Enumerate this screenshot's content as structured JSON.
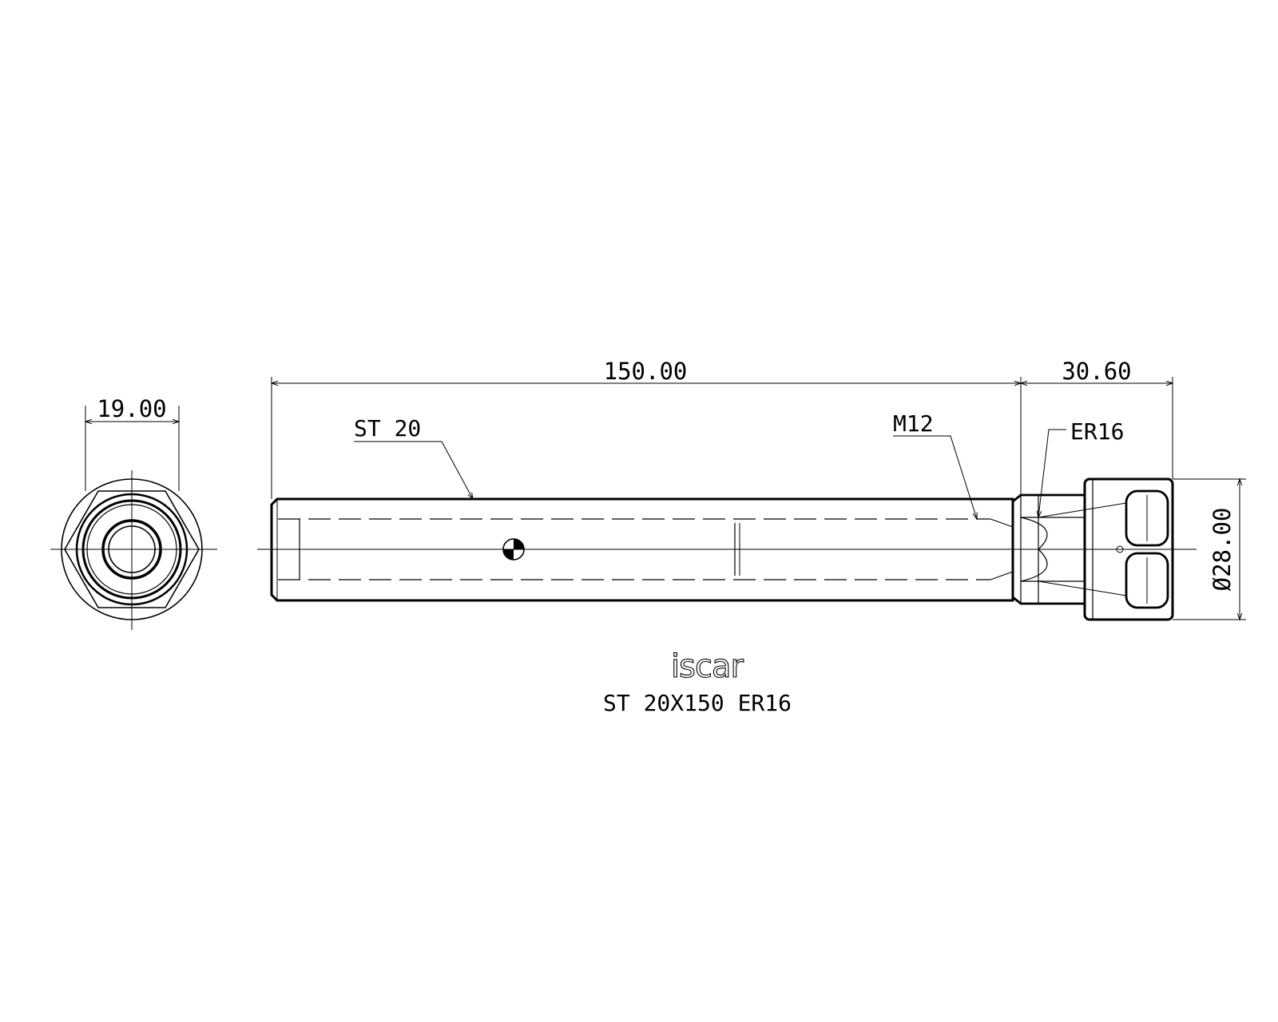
{
  "drawing": {
    "dimensions": {
      "hex_width": "19.00",
      "shank_length": "150.00",
      "nut_length": "30.60",
      "nut_diameter": "Ø28.00"
    },
    "labels": {
      "shank": "ST 20",
      "thread": "M12",
      "collet": "ER16"
    },
    "logo": "iscar",
    "title": "ST 20X150 ER16"
  }
}
